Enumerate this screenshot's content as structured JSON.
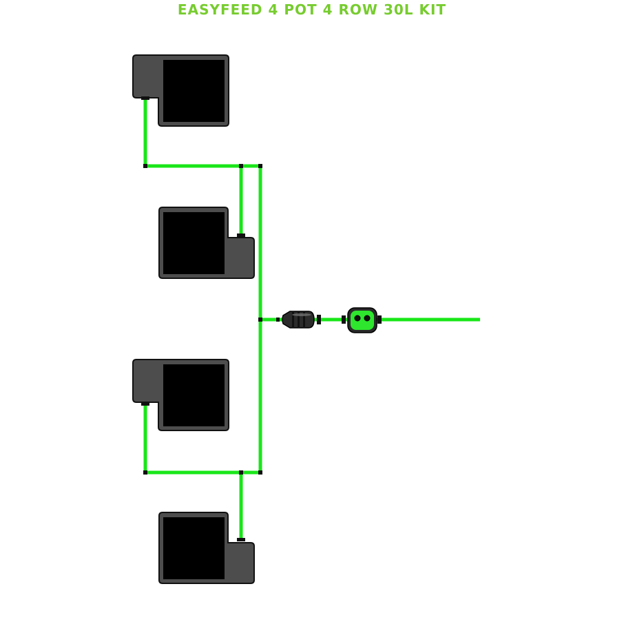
{
  "title": "EASYFEED 4 POT 4 ROW 30L KIT",
  "colors": {
    "title": "#77cc2f",
    "pipe": "#19e619",
    "pot_body": "#4d4d4d",
    "pot_outline": "#111111",
    "pot_inner": "#000000",
    "connector": "#111111",
    "filter_body": "#2b2b2b",
    "regulator_face": "#2ee62e"
  },
  "components": {
    "pots": [
      {
        "id": "pot-1",
        "tab_side": "left"
      },
      {
        "id": "pot-2",
        "tab_side": "right"
      },
      {
        "id": "pot-3",
        "tab_side": "left"
      },
      {
        "id": "pot-4",
        "tab_side": "right"
      }
    ],
    "inline_filter": "filter-icon",
    "flow_regulator": "flow-valve-icon"
  }
}
